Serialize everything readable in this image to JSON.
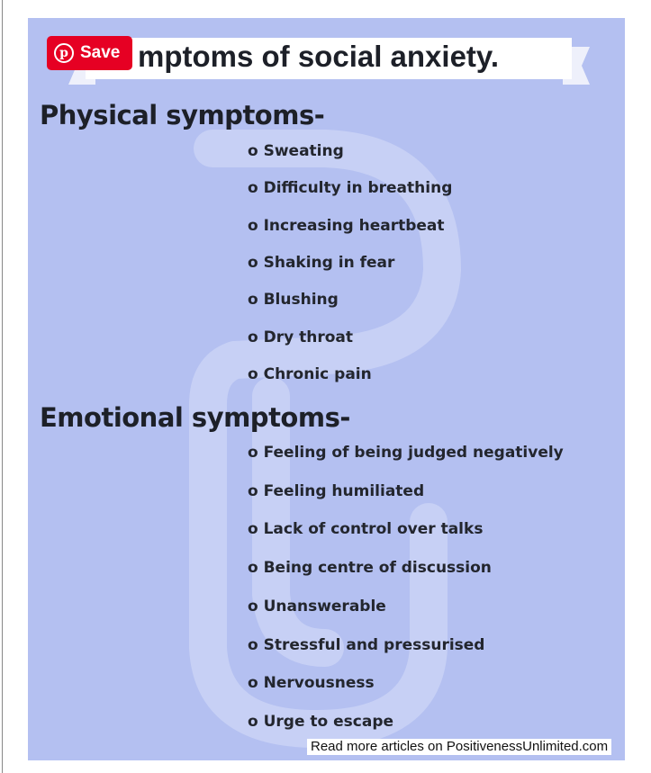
{
  "title": "Symptoms of social anxiety.",
  "title_visible": "mptoms of social anxiety.",
  "save_button": {
    "label": "Save",
    "icon": "pinterest-icon"
  },
  "physical": {
    "heading": "Physical symptoms-",
    "items": [
      "o Sweating",
      "o Difficulty in breathing",
      "o Increasing heartbeat",
      "o Shaking in fear",
      "o Blushing",
      "o Dry throat",
      "o Chronic pain"
    ]
  },
  "emotional": {
    "heading": "Emotional symptoms-",
    "items": [
      "o Feeling of being judged negatively",
      "o Feeling humiliated",
      "o Lack of control over talks",
      "o Being centre of discussion",
      "o Unanswerable",
      "o Stressful and pressurised",
      "o Nervousness",
      "o Urge to escape"
    ]
  },
  "footer": "Read more articles on PositivenessUnlimited.com",
  "colors": {
    "panel": "#b4c0f1",
    "save": "#e60023",
    "text": "#1d2028"
  }
}
